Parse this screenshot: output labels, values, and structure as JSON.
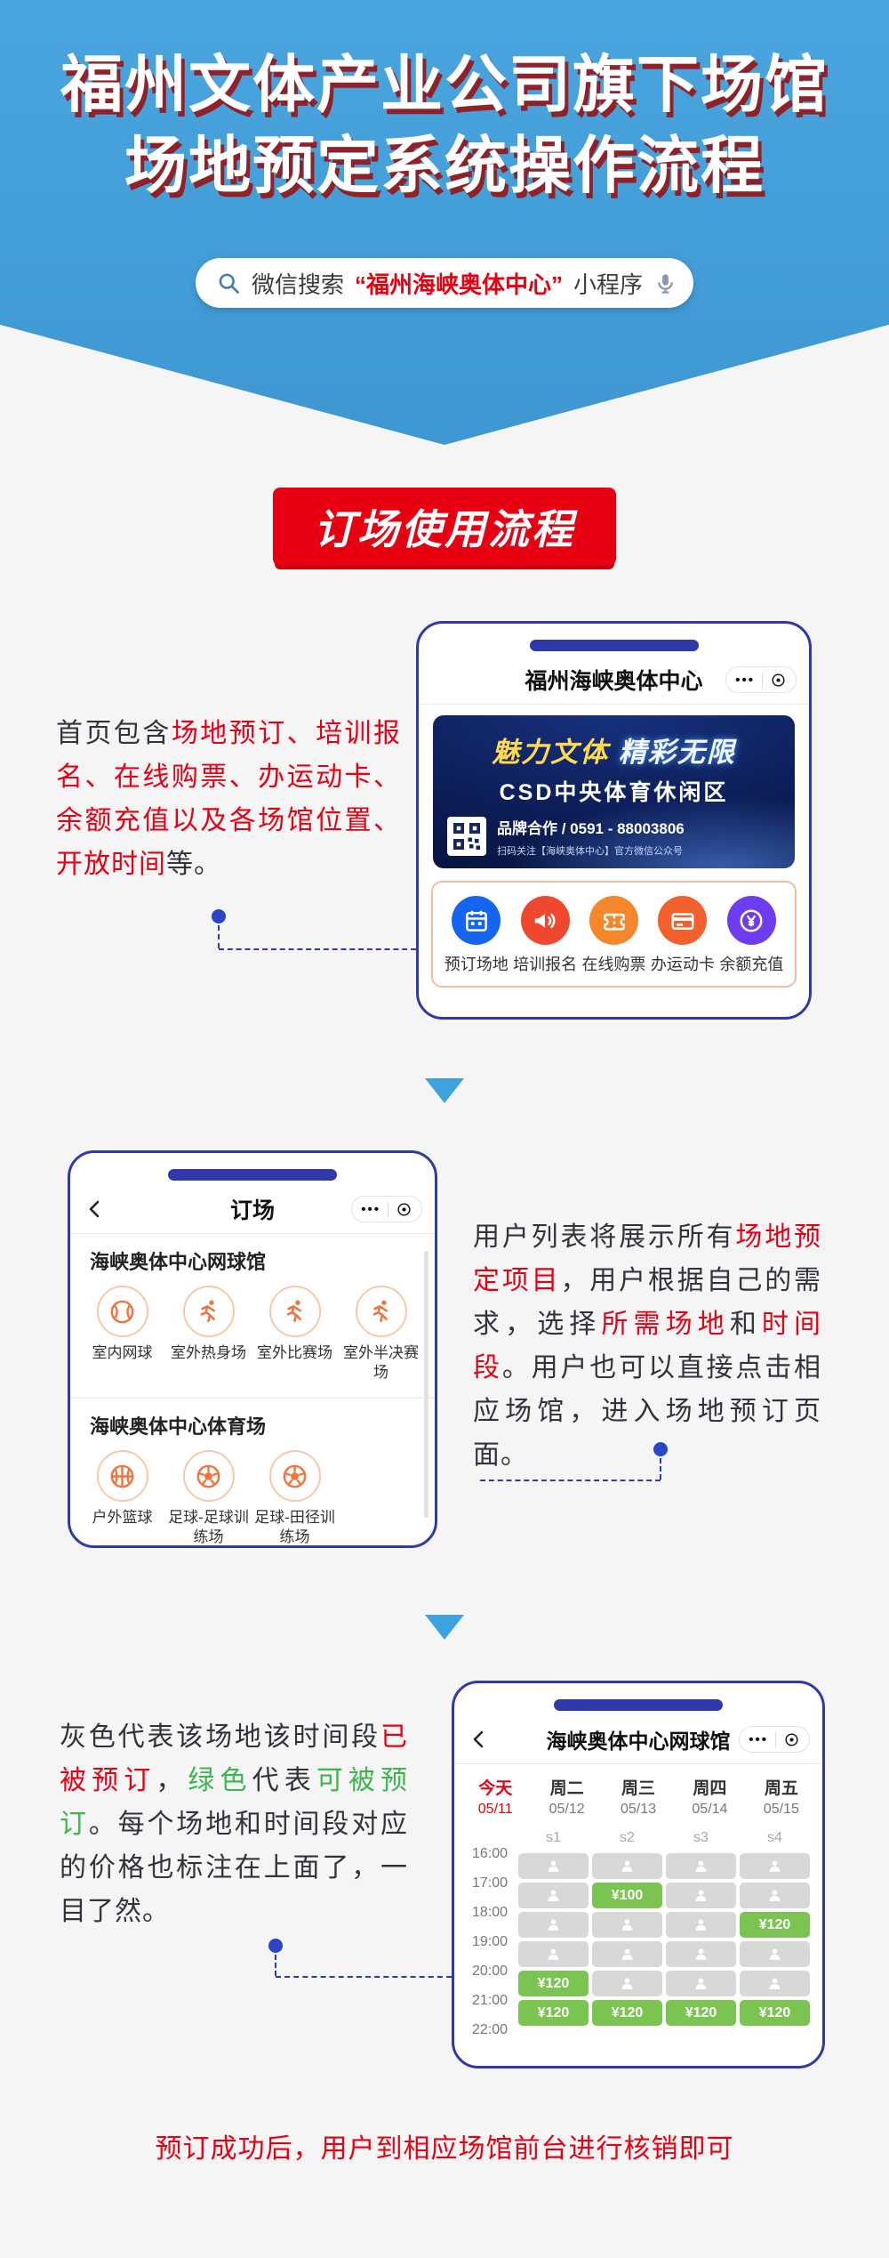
{
  "header": {
    "title_line1": "福州文体产业公司旗下场馆",
    "title_line2": "场地预定系统操作流程",
    "search": {
      "search_icon": "search-icon",
      "prefix": "微信搜索",
      "highlight": "“福州海峡奥体中心”",
      "suffix": "小程序",
      "mic_icon": "microphone-icon"
    }
  },
  "badge": "订场使用流程",
  "capsule": {
    "dots": "•••",
    "target_icon": "target-icon"
  },
  "colors": {
    "hero_blue": "#42a0d9",
    "accent_red": "#e60012",
    "accent_green": "#3cb54b",
    "phone_border": "#3039a8",
    "cell_gray": "#d8d8d8",
    "cell_green": "#7cc452"
  },
  "step1": {
    "paragraph": [
      {
        "text": "首页包含",
        "color": "dark"
      },
      {
        "text": "场地预订、培训报名、在线购票、办运动卡、余额充值以及各场馆位置、开放时间",
        "color": "red"
      },
      {
        "text": "等。",
        "color": "dark"
      }
    ],
    "phone": {
      "title": "福州海峡奥体中心",
      "banner": {
        "slogan_1": "魅力文体",
        "slogan_2": "精彩无限",
        "subtitle": "CSD中央体育休闲区",
        "contact": "品牌合作 / 0591 - 88003806",
        "note": "扫码关注【海峡奥体中心】官方微信公众号",
        "qr_icon": "qr-code-icon"
      },
      "quick_actions": [
        {
          "label": "预订场地",
          "icon": "calendar-icon",
          "color": "#1565f0"
        },
        {
          "label": "培训报名",
          "icon": "megaphone-icon",
          "color": "#f0482f"
        },
        {
          "label": "在线购票",
          "icon": "ticket-icon",
          "color": "#f5862b"
        },
        {
          "label": "办运动卡",
          "icon": "card-icon",
          "color": "#f2612d"
        },
        {
          "label": "余额充值",
          "icon": "coin-icon",
          "color": "#6f3df0"
        }
      ]
    }
  },
  "step2": {
    "phone": {
      "title": "订场",
      "back_icon": "back-icon",
      "groups": [
        {
          "name": "海峡奥体中心网球馆",
          "items": [
            {
              "label": "室内网球",
              "icon": "tennis-icon"
            },
            {
              "label": "室外热身场",
              "icon": "runner-icon"
            },
            {
              "label": "室外比赛场",
              "icon": "runner-icon"
            },
            {
              "label": "室外半决赛场",
              "icon": "runner-icon"
            }
          ]
        },
        {
          "name": "海峡奥体中心体育场",
          "items": [
            {
              "label": "户外篮球",
              "icon": "basketball-icon"
            },
            {
              "label": "足球-足球训练场",
              "icon": "soccer-icon"
            },
            {
              "label": "足球-田径训练场",
              "icon": "soccer-icon"
            }
          ]
        }
      ]
    },
    "paragraph": [
      {
        "text": "用户列表将展示所有",
        "color": "dark"
      },
      {
        "text": "场地预定项目",
        "color": "red"
      },
      {
        "text": "，用户根据自己的需求，选择",
        "color": "dark"
      },
      {
        "text": "所需场地",
        "color": "red"
      },
      {
        "text": "和",
        "color": "dark"
      },
      {
        "text": "时间段",
        "color": "red"
      },
      {
        "text": "。用户也可以直接点击相应场馆，进入场地预订页面。",
        "color": "dark"
      }
    ]
  },
  "step3": {
    "paragraph": [
      {
        "text": "灰色代表该场地该时间段",
        "color": "dark"
      },
      {
        "text": "已被预订",
        "color": "red"
      },
      {
        "text": "，",
        "color": "dark"
      },
      {
        "text": "绿色",
        "color": "green"
      },
      {
        "text": "代表",
        "color": "dark"
      },
      {
        "text": "可被预订",
        "color": "green"
      },
      {
        "text": "。每个场地和时间段对应的价格也标注在上面了，一目了然。",
        "color": "dark"
      }
    ],
    "phone": {
      "title": "海峡奥体中心网球馆",
      "back_icon": "back-icon",
      "dates": [
        {
          "day": "今天",
          "date": "05/11",
          "active": true
        },
        {
          "day": "周二",
          "date": "05/12",
          "active": false
        },
        {
          "day": "周三",
          "date": "05/13",
          "active": false
        },
        {
          "day": "周四",
          "date": "05/14",
          "active": false
        },
        {
          "day": "周五",
          "date": "05/15",
          "active": false
        }
      ],
      "columns": [
        "s1",
        "s2",
        "s3",
        "s4"
      ],
      "times": [
        "16:00",
        "17:00",
        "18:00",
        "19:00",
        "20:00",
        "21:00",
        "22:00"
      ],
      "booked_icon": "person-icon",
      "cells": [
        [
          "booked",
          "booked",
          "booked",
          "booked"
        ],
        [
          "booked",
          "¥100",
          "booked",
          "booked"
        ],
        [
          "booked",
          "booked",
          "booked",
          "¥120"
        ],
        [
          "booked",
          "booked",
          "booked",
          "booked"
        ],
        [
          "¥120",
          "booked",
          "booked",
          "booked"
        ],
        [
          "¥120",
          "¥120",
          "¥120",
          "¥120"
        ]
      ]
    }
  },
  "footer_note": "预订成功后，用户到相应场馆前台进行核销即可"
}
